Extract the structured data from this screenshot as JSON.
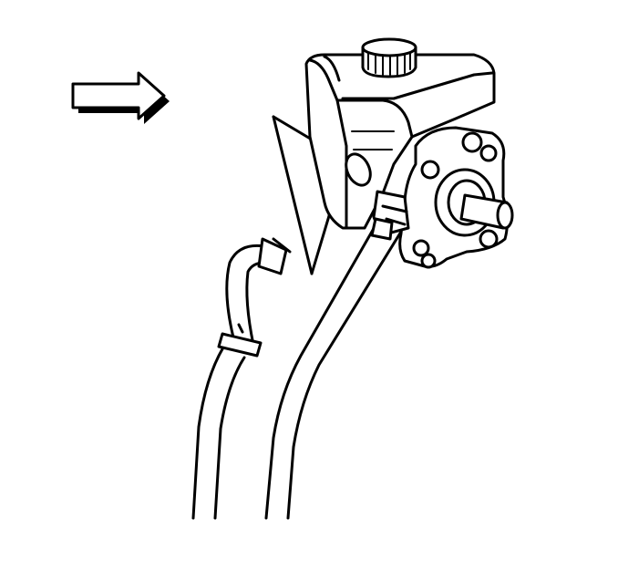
{
  "diagram": {
    "colors": {
      "ink": "#000000",
      "paper": "#ffffff"
    },
    "icons": [
      "direction-arrow-icon"
    ],
    "components": [
      "power-steering-pump",
      "reservoir",
      "reservoir-cap",
      "pump-pulley-shaft",
      "return-hose",
      "pressure-hose",
      "hose-clamp"
    ]
  }
}
